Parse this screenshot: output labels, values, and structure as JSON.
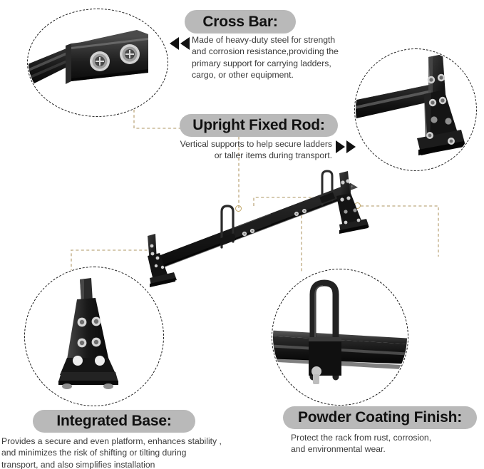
{
  "page": {
    "title": "Roof Rack Feature Callouts",
    "background": "#ffffff",
    "accent_line_color": "#c9b896",
    "pill_color": "#b9b9b9",
    "body_text_color": "#3c3c3c",
    "metal_color": "#1c1c1c",
    "bolt_color": "#c9c9c9",
    "gold_marker_color": "#c2a86a"
  },
  "features": [
    {
      "id": "cross-bar",
      "heading": "Cross Bar:",
      "body": "Made of heavy-duty steel for strength\nand corrosion resistance,providing the\nprimary support for carrying ladders,\ncargo, or other equipment.",
      "arrow_direction": "left",
      "arrow_count": 2,
      "photo_alt": "cross-bar-closeup"
    },
    {
      "id": "upright-fixed-rod",
      "heading": "Upright Fixed Rod:",
      "body": "Vertical supports to help secure ladders\nor taller items during transport.",
      "arrow_direction": "right",
      "arrow_count": 2,
      "photo_alt": "upright-rod-closeup"
    },
    {
      "id": "integrated-base",
      "heading": "Integrated Base:",
      "body": "Provides a secure and even platform, enhances stability ,\nand minimizes the risk of shifting or tilting during\ntransport, and also simplifies installation",
      "arrow_direction": "none",
      "arrow_count": 0,
      "photo_alt": "integrated-base-closeup"
    },
    {
      "id": "powder-coating-finish",
      "heading": "Powder Coating Finish:",
      "body": "Protect the rack from rust, corrosion,\nand environmental wear.",
      "arrow_direction": "none",
      "arrow_count": 0,
      "photo_alt": "powder-coating-closeup"
    }
  ],
  "product": {
    "name": "van-ladder-roof-rack",
    "description": "black powder-coated steel ladder rack crossbar with integrated base brackets and u-bolt clamps"
  }
}
